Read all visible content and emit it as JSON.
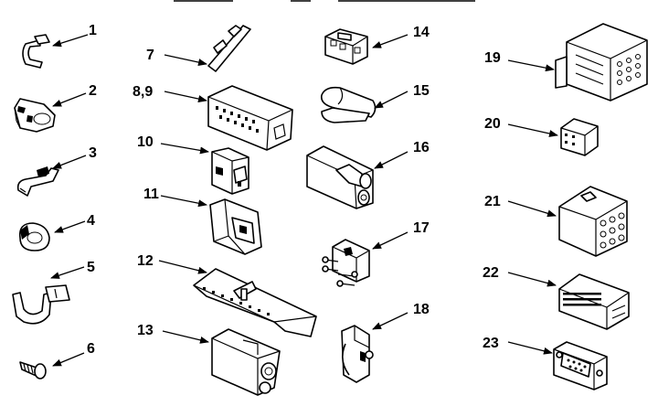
{
  "parts": [
    {
      "id": "1",
      "label": "1"
    },
    {
      "id": "2",
      "label": "2"
    },
    {
      "id": "3",
      "label": "3"
    },
    {
      "id": "4",
      "label": "4"
    },
    {
      "id": "5",
      "label": "5"
    },
    {
      "id": "6",
      "label": "6"
    },
    {
      "id": "7",
      "label": "7"
    },
    {
      "id": "8-9",
      "label": "8,9"
    },
    {
      "id": "10",
      "label": "10"
    },
    {
      "id": "11",
      "label": "11"
    },
    {
      "id": "12",
      "label": "12"
    },
    {
      "id": "13",
      "label": "13"
    },
    {
      "id": "14",
      "label": "14"
    },
    {
      "id": "15",
      "label": "15"
    },
    {
      "id": "16",
      "label": "16"
    },
    {
      "id": "17",
      "label": "17"
    },
    {
      "id": "18",
      "label": "18"
    },
    {
      "id": "19",
      "label": "19"
    },
    {
      "id": "20",
      "label": "20"
    },
    {
      "id": "21",
      "label": "21"
    },
    {
      "id": "22",
      "label": "22"
    },
    {
      "id": "23",
      "label": "23"
    }
  ]
}
